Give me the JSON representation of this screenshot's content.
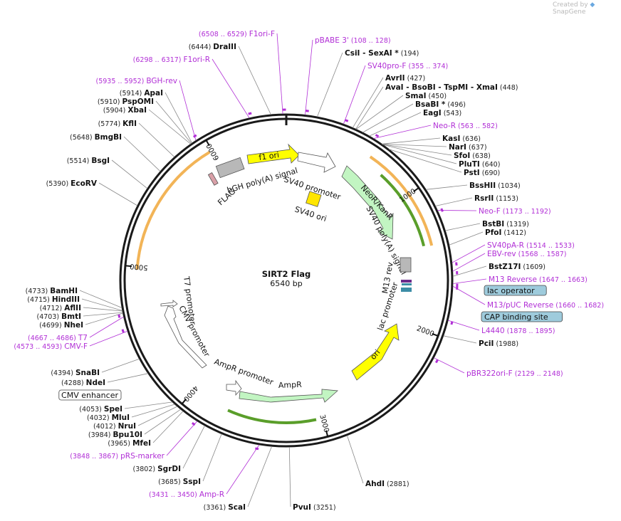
{
  "plasmid": {
    "name": "SIRT2 Flag",
    "size_label": "6540 bp",
    "length": 6540
  },
  "credit": {
    "prefix": "Created by",
    "brand": "SnapGene"
  },
  "ticks": [
    {
      "pos": 1000,
      "label": "1000"
    },
    {
      "pos": 2000,
      "label": "2000"
    },
    {
      "pos": 3000,
      "label": "3000"
    },
    {
      "pos": 4000,
      "label": "4000"
    },
    {
      "pos": 5000,
      "label": "5000"
    },
    {
      "pos": 6000,
      "label": "6000"
    }
  ],
  "enzymes": [
    {
      "name": "CsiI",
      "pos": "(194)",
      "extra": "- SexAI *",
      "site": 194
    },
    {
      "name": "AvrII",
      "pos": "(427)",
      "site": 427
    },
    {
      "name": "AvaI",
      "pos": "(448)",
      "extra": "- BsoBI  - TspMI  - XmaI",
      "site": 448
    },
    {
      "name": "SmaI",
      "pos": "(450)",
      "site": 450
    },
    {
      "name": "BsaBI *",
      "pos": "(496)",
      "site": 496
    },
    {
      "name": "EagI",
      "pos": "(543)",
      "site": 543
    },
    {
      "name": "KasI",
      "pos": "(636)",
      "site": 636
    },
    {
      "name": "NarI",
      "pos": "(637)",
      "site": 637
    },
    {
      "name": "SfoI",
      "pos": "(638)",
      "site": 638
    },
    {
      "name": "PluTI",
      "pos": "(640)",
      "site": 640
    },
    {
      "name": "PstI",
      "pos": "(690)",
      "site": 690
    },
    {
      "name": "BssHII",
      "pos": "(1034)",
      "site": 1034
    },
    {
      "name": "RsrII",
      "pos": "(1153)",
      "site": 1153
    },
    {
      "name": "BstBI",
      "pos": "(1319)",
      "site": 1319
    },
    {
      "name": "PfoI",
      "pos": "(1412)",
      "site": 1412
    },
    {
      "name": "BstZ17I",
      "pos": "(1609)",
      "site": 1609
    },
    {
      "name": "PciI",
      "pos": "(1988)",
      "site": 1988
    },
    {
      "name": "AhdI",
      "pos": "(2881)",
      "site": 2881
    },
    {
      "name": "PvuI",
      "pos": "(3251)",
      "site": 3251
    },
    {
      "name": "ScaI",
      "pos": "(3361)",
      "site": 3361
    },
    {
      "name": "SspI",
      "pos": "(3685)",
      "site": 3685
    },
    {
      "name": "SgrDI",
      "pos": "(3802)",
      "site": 3802
    },
    {
      "name": "MfeI",
      "pos": "(3965)",
      "site": 3965
    },
    {
      "name": "Bpu10I",
      "pos": "(3984)",
      "site": 3984
    },
    {
      "name": "NruI",
      "pos": "(4012)",
      "site": 4012
    },
    {
      "name": "MluI",
      "pos": "(4032)",
      "site": 4032
    },
    {
      "name": "SpeI",
      "pos": "(4053)",
      "site": 4053
    },
    {
      "name": "NdeI",
      "pos": "(4288)",
      "site": 4288
    },
    {
      "name": "SnaBI",
      "pos": "(4394)",
      "site": 4394
    },
    {
      "name": "NheI",
      "pos": "(4699)",
      "site": 4699
    },
    {
      "name": "BmtI",
      "pos": "(4703)",
      "site": 4703
    },
    {
      "name": "AflII",
      "pos": "(4712)",
      "site": 4712
    },
    {
      "name": "HindIII",
      "pos": "(4715)",
      "site": 4715
    },
    {
      "name": "BamHI",
      "pos": "(4733)",
      "site": 4733
    },
    {
      "name": "EcoRV",
      "pos": "(5390)",
      "site": 5390
    },
    {
      "name": "BsgI",
      "pos": "(5514)",
      "site": 5514
    },
    {
      "name": "BmgBI",
      "pos": "(5648)",
      "site": 5648
    },
    {
      "name": "KflI",
      "pos": "(5774)",
      "site": 5774
    },
    {
      "name": "XbaI",
      "pos": "(5904)",
      "site": 5904
    },
    {
      "name": "PspOMI",
      "pos": "(5910)",
      "site": 5910
    },
    {
      "name": "ApaI",
      "pos": "(5914)",
      "site": 5914
    },
    {
      "name": "DraIII",
      "pos": "(6444)",
      "site": 6444
    }
  ],
  "primers": [
    {
      "name": "pBABE 3'",
      "pos": "(108 .. 128)",
      "site": 118
    },
    {
      "name": "SV40pro-F",
      "pos": "(355 .. 374)",
      "site": 365
    },
    {
      "name": "Neo-R",
      "pos": "(563 .. 582)",
      "site": 573
    },
    {
      "name": "Neo-F",
      "pos": "(1173 .. 1192)",
      "site": 1183
    },
    {
      "name": "SV40pA-R",
      "pos": "(1514 .. 1533)",
      "site": 1524
    },
    {
      "name": "EBV-rev",
      "pos": "(1568 .. 1587)",
      "site": 1578
    },
    {
      "name": "M13 Reverse",
      "pos": "(1647 .. 1663)",
      "site": 1655
    },
    {
      "name": "M13/pUC Reverse",
      "pos": "(1660 .. 1682)",
      "site": 1671
    },
    {
      "name": "L4440",
      "pos": "(1878 .. 1895)",
      "site": 1887
    },
    {
      "name": "pBR322ori-F",
      "pos": "(2129 .. 2148)",
      "site": 2138
    },
    {
      "name": "Amp-R",
      "pos": "(3431 .. 3450)",
      "site": 3440
    },
    {
      "name": "pRS-marker",
      "pos": "(3848 .. 3867)",
      "site": 3857
    },
    {
      "name": "CMV-F",
      "pos": "(4573 .. 4593)",
      "site": 4583
    },
    {
      "name": "T7",
      "pos": "(4667 .. 4686)",
      "site": 4676
    },
    {
      "name": "BGH-rev",
      "pos": "(5935 .. 5952)",
      "site": 5943
    },
    {
      "name": "F1ori-R",
      "pos": "(6298 .. 6317)",
      "site": 6307
    },
    {
      "name": "F1ori-F",
      "pos": "(6508 .. 6529)",
      "site": 6518
    }
  ],
  "boxed_labels": [
    {
      "name": "lac operator",
      "fill": "#9ecbdc"
    },
    {
      "name": "CAP binding site",
      "fill": "#9ecbdc"
    },
    {
      "name": "CMV enhancer",
      "fill": "#ffffff"
    }
  ],
  "features": [
    {
      "name": "f1 ori",
      "fill": "#ffff00"
    },
    {
      "name": "SV40 promoter",
      "fill": "#ffffff"
    },
    {
      "name": "SV40 ori",
      "fill": "#ffe600"
    },
    {
      "name": "NeoR/KanR",
      "fill": "#c2f5c2"
    },
    {
      "name": "SV40 poly(A) signal",
      "fill": "#b8b8b8"
    },
    {
      "name": "M13 rev",
      "fill": "#b8b8b8"
    },
    {
      "name": "lac promoter",
      "fill": "#ffffff"
    },
    {
      "name": "ori",
      "fill": "#ffff00"
    },
    {
      "name": "AmpR",
      "fill": "#c2f5c2"
    },
    {
      "name": "AmpR promoter",
      "fill": "#ffffff"
    },
    {
      "name": "CMV promoter",
      "fill": "#ffffff"
    },
    {
      "name": "T7 promoter",
      "fill": "#ffffff"
    },
    {
      "name": "FLAG",
      "fill": "#d9a0a8"
    },
    {
      "name": "bGH poly(A) signal",
      "fill": "#b8b8b8"
    }
  ],
  "colors": {
    "backbone": "#1a1a1a",
    "primer": "#b12fd6",
    "orf_orange": "#f2b457",
    "orf_green": "#5a9e2a"
  }
}
